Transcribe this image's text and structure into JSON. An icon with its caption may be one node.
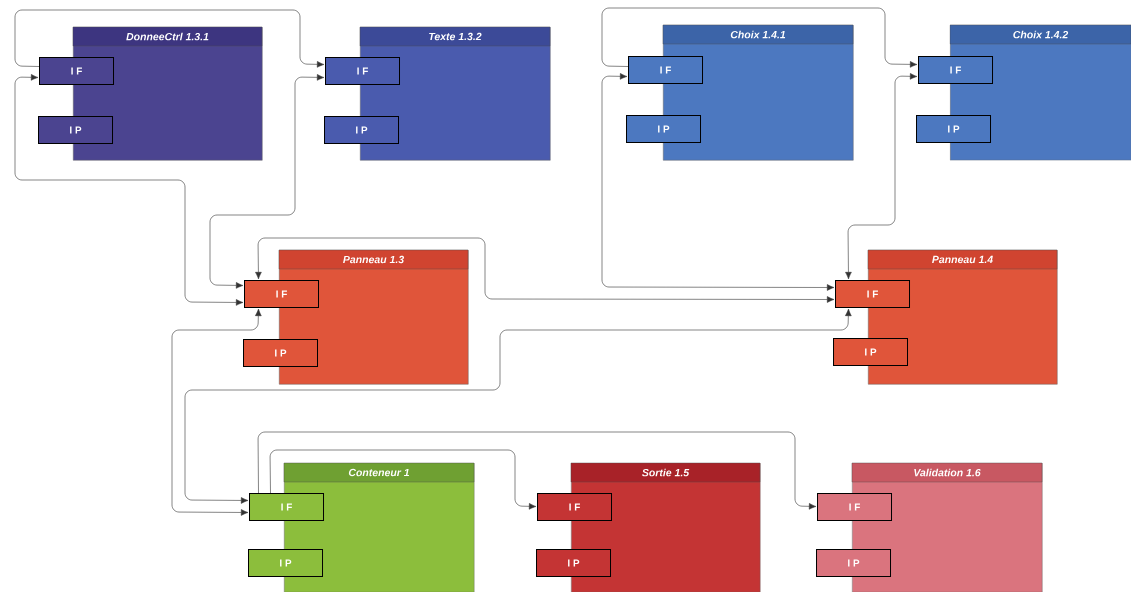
{
  "diagram": {
    "nodes": [
      {
        "text": [
          "DonneeCtrl 1.3.1"
        ]
      },
      {
        "text": [
          "I F"
        ]
      },
      {
        "text": [
          "I P"
        ]
      },
      {
        "text": [
          "Texte 1.3.2"
        ]
      },
      {
        "text": [
          "I F"
        ]
      },
      {
        "text": [
          "I P"
        ]
      },
      {
        "text": [
          "Choix 1.4.1"
        ]
      },
      {
        "text": [
          "I F"
        ]
      },
      {
        "text": [
          "I P"
        ]
      },
      {
        "text": [
          "Choix 1.4.2"
        ]
      },
      {
        "text": [
          "I F"
        ]
      },
      {
        "text": [
          "I P"
        ]
      },
      {
        "text": [
          "Panneau 1.3"
        ]
      },
      {
        "text": [
          "I F"
        ]
      },
      {
        "text": [
          "I P"
        ]
      },
      {
        "text": [
          "Panneau 1.4"
        ]
      },
      {
        "text": [
          "I F"
        ]
      },
      {
        "text": [
          "I P"
        ]
      },
      {
        "text": [
          "Conteneur 1"
        ]
      },
      {
        "text": [
          "I F"
        ]
      },
      {
        "text": [
          "I P"
        ]
      },
      {
        "text": [
          "Sortie 1.5"
        ]
      },
      {
        "text": [
          "I F"
        ]
      },
      {
        "text": [
          "I P"
        ]
      },
      {
        "text": [
          "Validation 1.6"
        ]
      },
      {
        "text": [
          "I F"
        ]
      },
      {
        "text": [
          "I P"
        ]
      }
    ],
    "edges": [
      {
        "from": 1,
        "to": 4,
        "arrow": "to"
      },
      {
        "from": 1,
        "to": 13,
        "arrow": "both"
      },
      {
        "from": 4,
        "to": 13,
        "arrow": "both"
      },
      {
        "from": 13,
        "to": 16,
        "arrow": "both"
      },
      {
        "from": 7,
        "to": 16,
        "arrow": "both"
      },
      {
        "from": 10,
        "to": 16,
        "arrow": "both"
      },
      {
        "from": 16,
        "to": 19,
        "arrow": "both"
      },
      {
        "from": 13,
        "to": 19,
        "arrow": "both"
      },
      {
        "from": 7,
        "to": 10,
        "arrow": "to"
      },
      {
        "from": 19,
        "to": 22,
        "arrow": "to"
      },
      {
        "from": 19,
        "to": 25,
        "arrow": "to"
      }
    ]
  }
}
